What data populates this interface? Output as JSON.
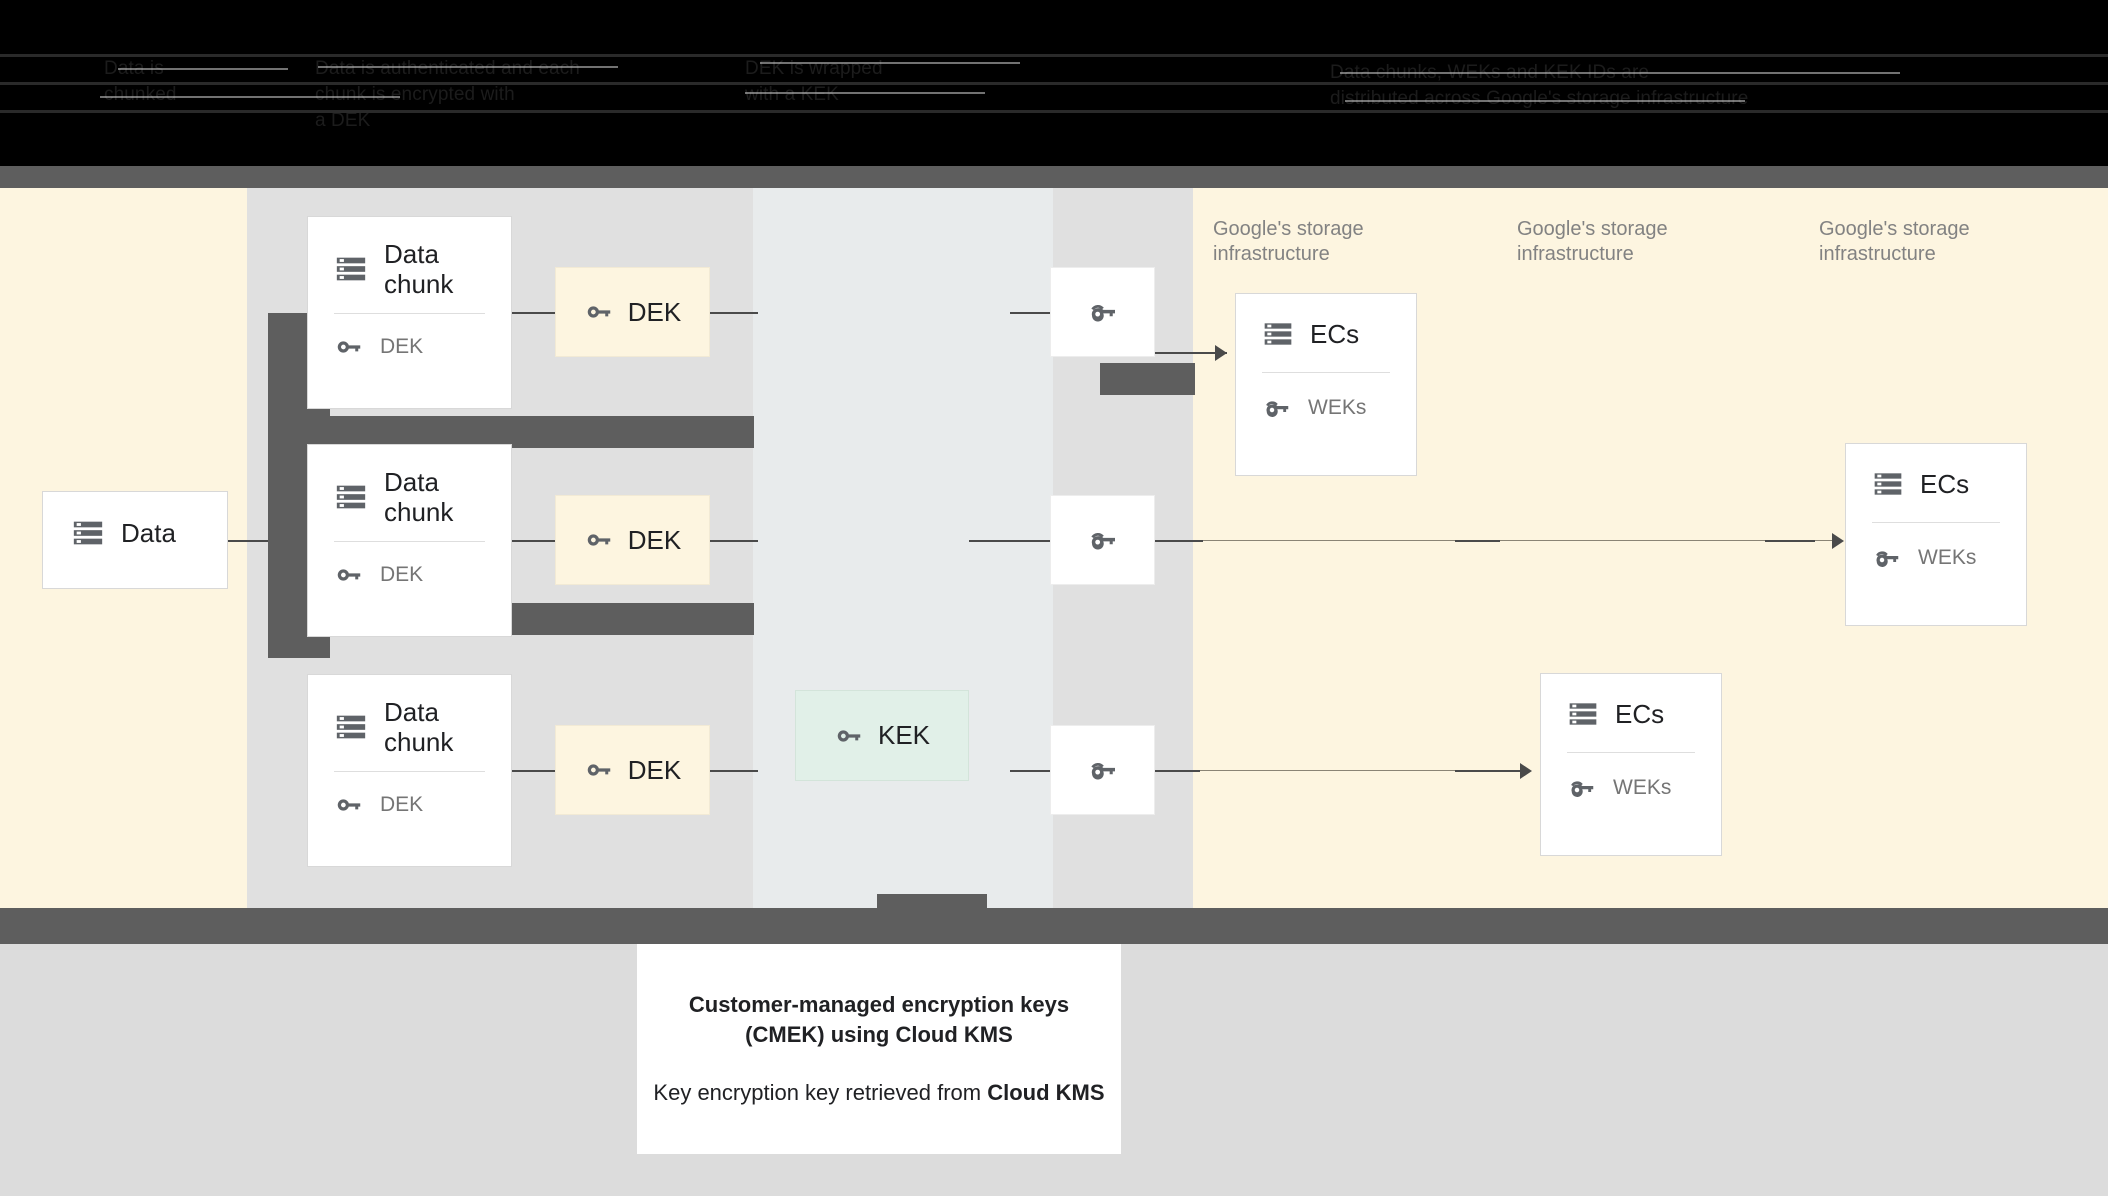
{
  "header": {
    "columns": [
      {
        "text": "Data is\nchunked"
      },
      {
        "text": "Data is authenticated and each\nchunk is encrypted with\na DEK"
      },
      {
        "text": "DEK is wrapped\nwith a KEK"
      },
      {
        "text": "Data chunks, WEKs and KEK IDs are\ndistributed across Google's storage infrastructure"
      }
    ]
  },
  "diagram": {
    "columns": [
      {
        "label": "Google's storage\ninfrastructure"
      },
      {
        "label": "Google's storage\ninfrastructure"
      },
      {
        "label": "Google's storage\ninfrastructure"
      }
    ],
    "data_box": {
      "title": "Data",
      "icon": "server-icon"
    },
    "chunks": [
      {
        "title": "Data\nchunk",
        "key_label": "DEK",
        "icon": "server-icon",
        "key_icon": "key-icon"
      },
      {
        "title": "Data\nchunk",
        "key_label": "DEK",
        "icon": "server-icon",
        "key_icon": "key-icon"
      },
      {
        "title": "Data\nchunk",
        "key_label": "DEK",
        "icon": "server-icon",
        "key_icon": "key-icon"
      }
    ],
    "deks": [
      {
        "label": "DEK",
        "icon": "key-icon"
      },
      {
        "label": "DEK",
        "icon": "key-icon"
      },
      {
        "label": "DEK",
        "icon": "key-icon"
      }
    ],
    "kek": {
      "label": "KEK",
      "icon": "key-icon"
    },
    "wrapped_keys": [
      {
        "label": "",
        "icon": "wrapped-key-icon"
      },
      {
        "label": "",
        "icon": "wrapped-key-icon"
      },
      {
        "label": "",
        "icon": "wrapped-key-icon"
      }
    ],
    "ec_boxes": [
      {
        "title": "ECs",
        "key_label": "WEKs",
        "icon": "server-icon",
        "key_icon": "wrapped-key-icon"
      },
      {
        "title": "ECs",
        "key_label": "WEKs",
        "icon": "server-icon",
        "key_icon": "wrapped-key-icon"
      },
      {
        "title": "ECs",
        "key_label": "WEKs",
        "icon": "server-icon",
        "key_icon": "wrapped-key-icon"
      }
    ]
  },
  "caption": {
    "line1": "Customer-managed encryption keys\n(CMEK) using Cloud KMS",
    "line2_prefix": "Key encryption key retrieved from ",
    "line2_strong": "Cloud KMS"
  },
  "colors": {
    "cream": "#fdf5e0",
    "gray_band": "#e0e0e0",
    "bluegray_band": "#e8ebec",
    "kek_green": "#e1f0e8",
    "dark_bar": "#5e5e5e",
    "icon_gray": "#5f6368",
    "label_gray": "#828282",
    "bottom_gray": "#dcdcdc"
  }
}
